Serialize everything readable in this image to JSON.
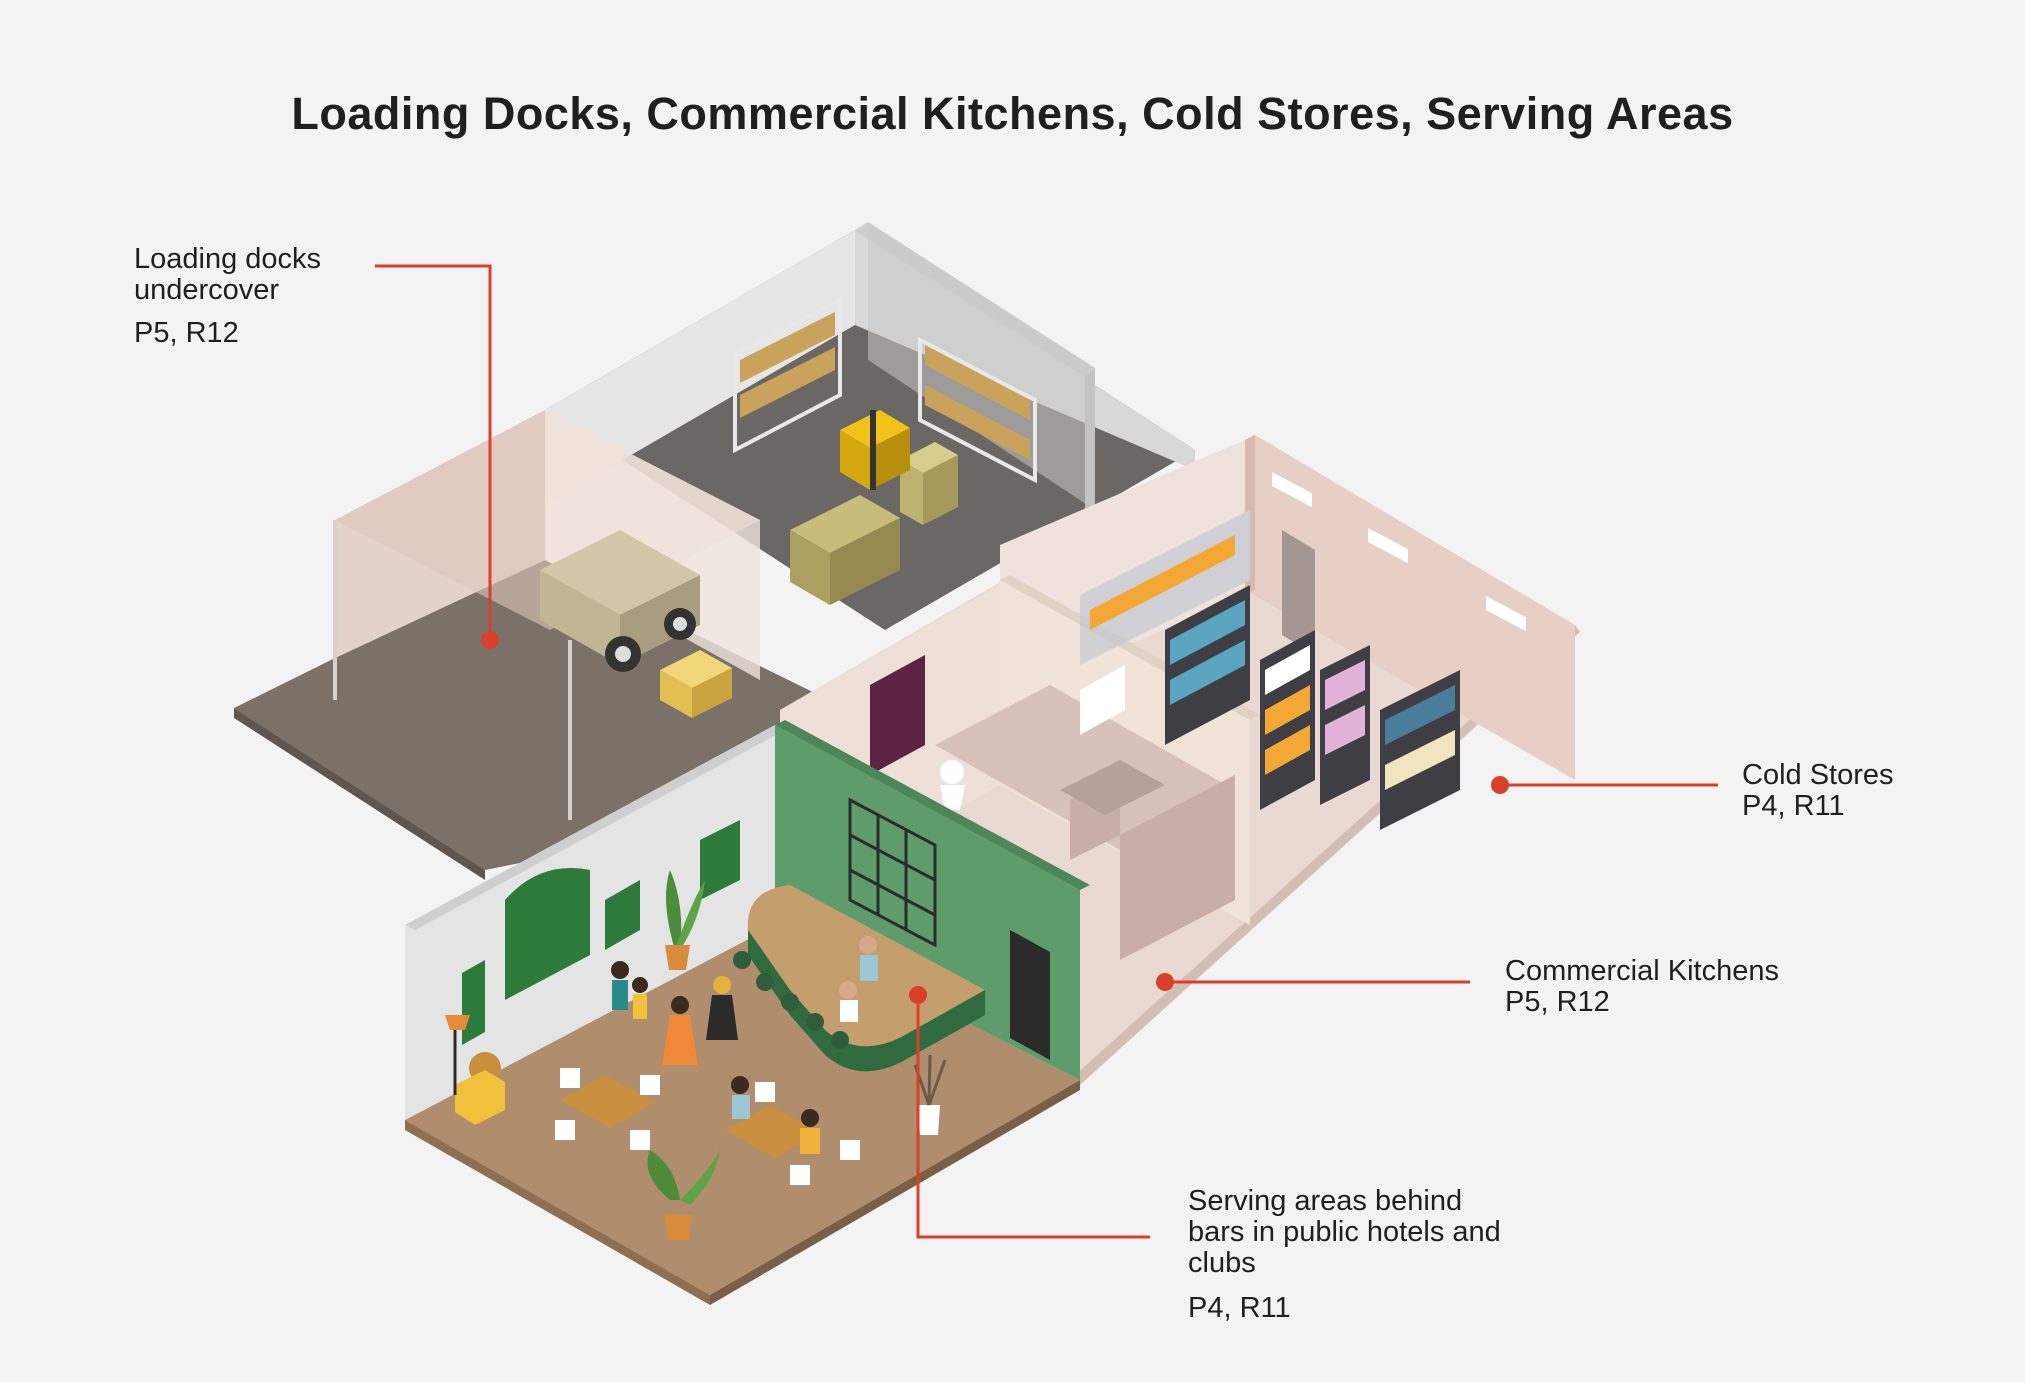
{
  "title": "Loading Docks, Commercial Kitchens, Cold Stores, Serving Areas",
  "callouts": {
    "loading": {
      "name_line1": "Loading docks",
      "name_line2": "undercover",
      "code": "P5, R12"
    },
    "cold": {
      "name": "Cold Stores",
      "code": "P4, R11"
    },
    "kitchen": {
      "name": "Commercial Kitchens",
      "code": "P5, R12"
    },
    "serving": {
      "name_line1": "Serving areas behind",
      "name_line2": "bars in public hotels and",
      "name_line3": "clubs",
      "code": "P4, R11"
    }
  },
  "colors": {
    "leader": "#d9402b",
    "dock_floor": "#7c7169",
    "warehouse_floor": "#6b6764",
    "kitchen_floor": "#ead9d2",
    "bar_floor": "#b08d6c",
    "bar_wall": "#5e9c6c"
  }
}
